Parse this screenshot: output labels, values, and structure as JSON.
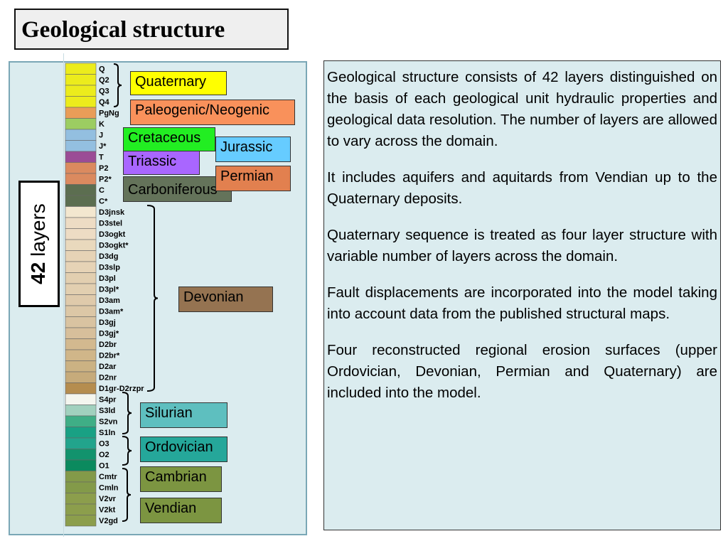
{
  "title": "Geological structure",
  "layers_label": {
    "number": "42",
    "word": "layers"
  },
  "colors": {
    "panel_bg": "#dbecef",
    "panel_border": "#7aa7b6"
  },
  "layers": [
    {
      "code": "Q",
      "color": "#ecec1c"
    },
    {
      "code": "Q2",
      "color": "#ecec1c"
    },
    {
      "code": "Q3",
      "color": "#ecec1c"
    },
    {
      "code": "Q4",
      "color": "#ecec1c"
    },
    {
      "code": "PgNg",
      "color": "#e99d58"
    },
    {
      "code": "K",
      "color": "#9ccd62"
    },
    {
      "code": "J",
      "color": "#93bfe0"
    },
    {
      "code": "J*",
      "color": "#93bfe0"
    },
    {
      "code": "T",
      "color": "#9b4c96"
    },
    {
      "code": "P2",
      "color": "#db8a5f"
    },
    {
      "code": "P2*",
      "color": "#db8a5f"
    },
    {
      "code": "C",
      "color": "#5c6e50"
    },
    {
      "code": "C*",
      "color": "#5c6e50"
    },
    {
      "code": "D3jnsk",
      "color": "#f3e7cf"
    },
    {
      "code": "D3stel",
      "color": "#eddcc4"
    },
    {
      "code": "D3ogkt",
      "color": "#eddcc4"
    },
    {
      "code": "D3ogkt*",
      "color": "#e9d9bd"
    },
    {
      "code": "D3dg",
      "color": "#e6d3b6"
    },
    {
      "code": "D3slp",
      "color": "#e6d3b6"
    },
    {
      "code": "D3pl",
      "color": "#e2cfb0"
    },
    {
      "code": "D3pl*",
      "color": "#e2cfb0"
    },
    {
      "code": "D3am",
      "color": "#dfcaab"
    },
    {
      "code": "D3am*",
      "color": "#dcc7a6"
    },
    {
      "code": "D3gj",
      "color": "#d9c3a1"
    },
    {
      "code": "D3gj*",
      "color": "#d7bf9b"
    },
    {
      "code": "D2br",
      "color": "#d3b98f"
    },
    {
      "code": "D2br*",
      "color": "#d0b689"
    },
    {
      "code": "D2ar",
      "color": "#cbb283"
    },
    {
      "code": "D2nr",
      "color": "#c6ab7b"
    },
    {
      "code": "D1gr-D2rzpr",
      "color": "#b58d4f"
    },
    {
      "code": "S4pr",
      "color": "#f4f6ef"
    },
    {
      "code": "S3ld",
      "color": "#a1d1be"
    },
    {
      "code": "S2vn",
      "color": "#3fae86"
    },
    {
      "code": "S1ln",
      "color": "#19a184"
    },
    {
      "code": "O3",
      "color": "#22a48c"
    },
    {
      "code": "O2",
      "color": "#12936d"
    },
    {
      "code": "O1",
      "color": "#0b8a5e"
    },
    {
      "code": "Cmtr",
      "color": "#839a49"
    },
    {
      "code": "Cmln",
      "color": "#839a49"
    },
    {
      "code": "V2vr",
      "color": "#8c9e4c"
    },
    {
      "code": "V2kt",
      "color": "#8c9e4c"
    },
    {
      "code": "V2gd",
      "color": "#8c9e4c"
    }
  ],
  "units": [
    {
      "name": "Quaternary",
      "color": "#ffff00"
    },
    {
      "name": "Paleogenic/Neogenic",
      "color": "#f9915b"
    },
    {
      "name": "Cretaceous",
      "color": "#22ee22"
    },
    {
      "name": "Jurassic",
      "color": "#66ccff"
    },
    {
      "name": "Triassic",
      "color": "#a966ff"
    },
    {
      "name": "Permian",
      "color": "#e2804f"
    },
    {
      "name": "Carboniferous",
      "color": "#64735a"
    },
    {
      "name": "Devonian",
      "color": "#957351"
    },
    {
      "name": "Silurian",
      "color": "#5ebfbf"
    },
    {
      "name": "Ordovician",
      "color": "#25a79a"
    },
    {
      "name": "Cambrian",
      "color": "#7c9541"
    },
    {
      "name": "Vendian",
      "color": "#7c9541"
    }
  ],
  "paragraphs": [
    "Geological structure consists of 42 layers distinguished on the basis of each geological unit hydraulic properties and geological data resolution. The number of layers are allowed to vary across the domain.",
    "It includes aquifers and aquitards  from Vendian up to the Quaternary deposits.",
    "Quaternary sequence is treated as four layer structure with variable number of layers across the domain.",
    "Fault displacements are incorporated into the model taking into account data from the published structural maps.",
    "Four reconstructed regional erosion surfaces (upper Ordovician, Devonian, Permian and Quaternary) are included into the model."
  ]
}
